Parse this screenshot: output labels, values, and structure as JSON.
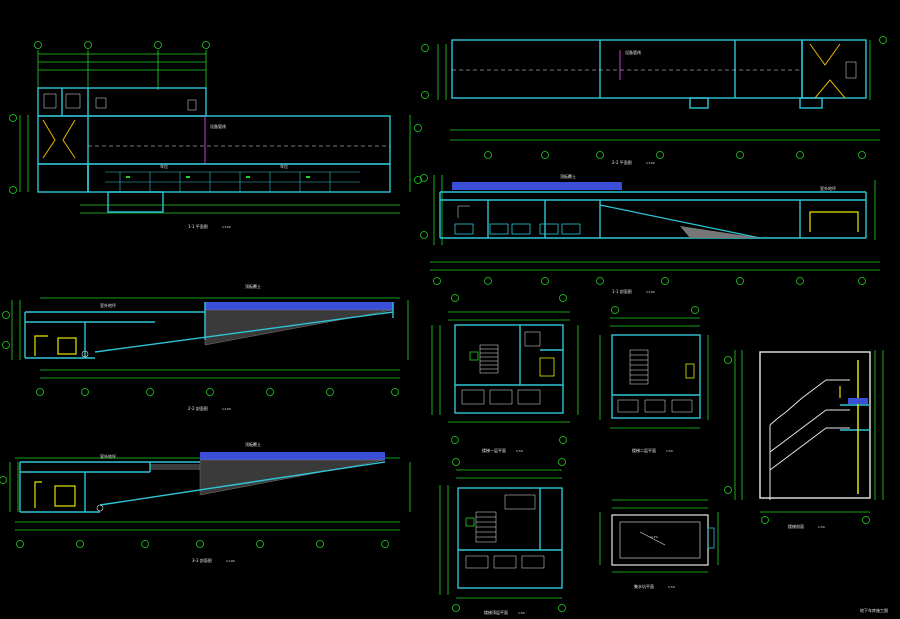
{
  "drawing": {
    "background": "#000000",
    "colors": {
      "wall": "#2fc5d6",
      "dim": "#21d321",
      "grid_bubble": "#21d321",
      "text": "#e6e6e6",
      "accent_yellow": "#e6e600",
      "accent_magenta": "#d23cd2",
      "accent_blue": "#3b4ed8",
      "accent_red": "#c83030"
    },
    "view_captions": [
      {
        "id": "plan-1",
        "text": "1-1 平面图",
        "scale": "1:100"
      },
      {
        "id": "plan-2",
        "text": "2-2 平面图",
        "scale": "1:100"
      },
      {
        "id": "section-1",
        "text": "1-1 剖面图",
        "scale": "1:100"
      },
      {
        "id": "section-2",
        "text": "2-2 剖面图",
        "scale": "1:100"
      },
      {
        "id": "section-3",
        "text": "3-3 剖面图",
        "scale": "1:100"
      },
      {
        "id": "stair-plan-1",
        "text": "楼梯一层平面",
        "scale": "1:50"
      },
      {
        "id": "stair-plan-2",
        "text": "楼梯二层平面",
        "scale": "1:50"
      },
      {
        "id": "stair-plan-3",
        "text": "楼梯顶层平面",
        "scale": "1:50"
      },
      {
        "id": "pit-plan",
        "text": "集水坑平面",
        "scale": "1:50"
      },
      {
        "id": "stair-section",
        "text": "楼梯剖面",
        "scale": "1:50"
      }
    ],
    "sheet_title": "地下车库施工图"
  }
}
